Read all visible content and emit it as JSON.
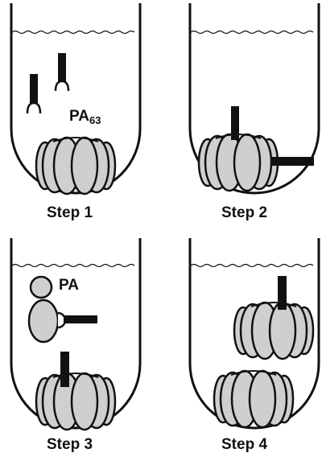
{
  "steps": [
    {
      "label": "Step 1"
    },
    {
      "label": "Step 2"
    },
    {
      "label": "Step 3"
    },
    {
      "label": "Step 4"
    }
  ],
  "labels": {
    "pa63_main": "PA",
    "pa63_sub": "63",
    "pa": "PA"
  },
  "colors": {
    "ink": "#111111",
    "oligomer_fill": "#cfcfcf",
    "background": "#ffffff"
  }
}
